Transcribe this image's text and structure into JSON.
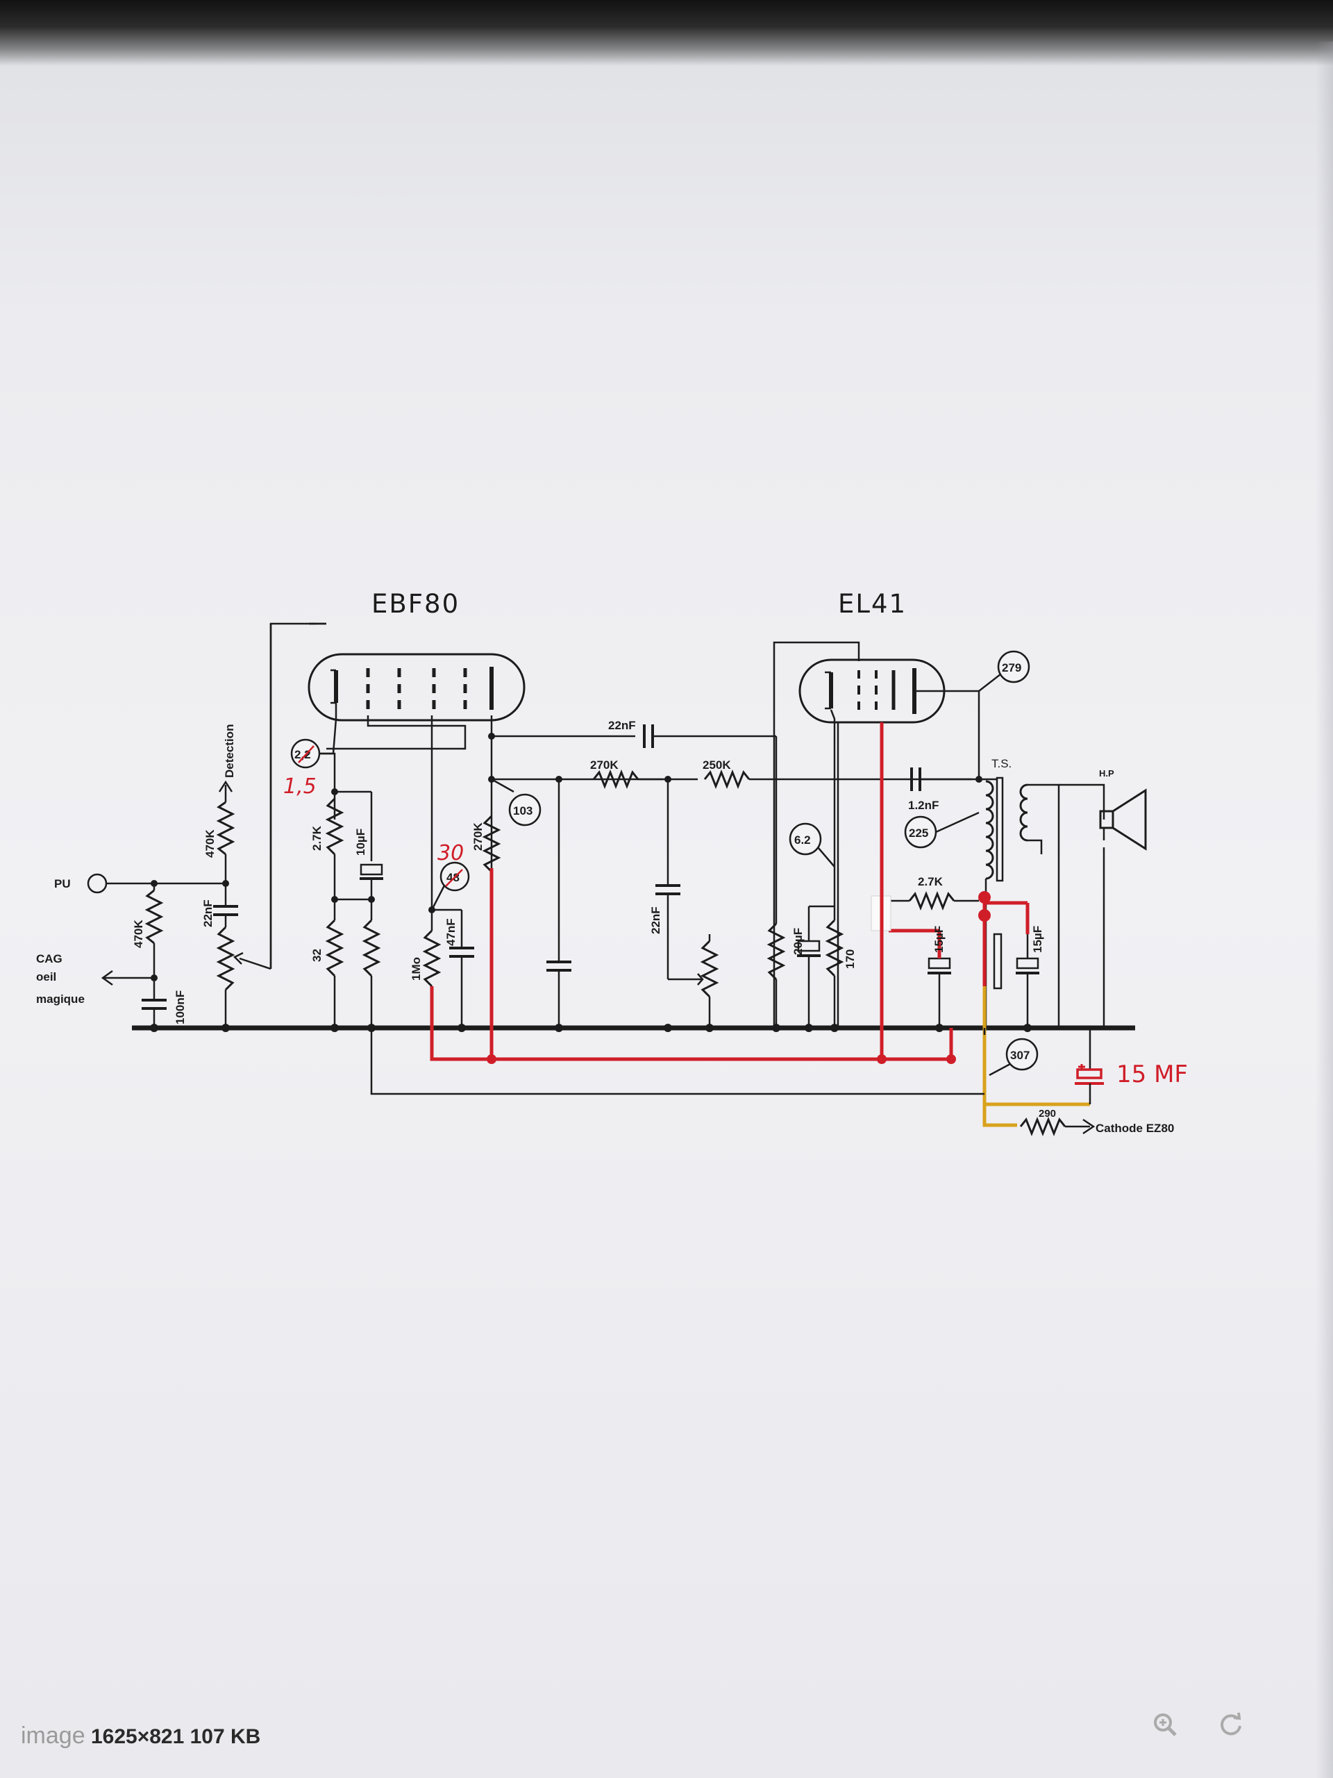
{
  "tubes": {
    "ebf80": "EBF80",
    "el41": "EL41"
  },
  "labels": {
    "pu": "PU",
    "cag_line1": "CAG",
    "cag_line2": "oeil",
    "cag_line3": "magique",
    "detection": "Detection",
    "ts": "T.S.",
    "hp": "H.P",
    "cathode": "Cathode EZ80"
  },
  "components": {
    "r_470k_in": "470K",
    "c_100nf": "100nF",
    "c_22nf_in": "22nF",
    "r_470k_det": "470K",
    "r_2_7k_a": "2.7K",
    "c_10uf": "10µF",
    "r_32": "32",
    "r_1mo": "1Mo",
    "c_47nf": "47nF",
    "r_270k_v": "270K",
    "c_22nf_top": "22nF",
    "r_270k_h": "270K",
    "r_250k_h": "250K",
    "c_22nf_v": "22nF",
    "c_20uf": "20µF",
    "r_170": "170",
    "c_1_2nf": "1.2nF",
    "r_2_7k_b": "2.7K",
    "c_15uf_a": "15µF",
    "c_15uf_b": "15µF",
    "r_290": "290"
  },
  "voltages": {
    "v_2_2": "2,2",
    "v_103": "103",
    "v_48": "48",
    "v_6_2": "6.2",
    "v_225": "225",
    "v_279": "279",
    "v_307": "307"
  },
  "annotations": {
    "hand_1_5": "1,5",
    "hand_30": "30",
    "hand_15mf": "15 MF"
  },
  "caption": {
    "word": "image",
    "info": "1625×821 107 KB"
  },
  "colors": {
    "ink": "#1c1c1c",
    "red": "#d01e28",
    "yellow": "#d8a21c",
    "paper": "#eeeef2"
  },
  "icons": {
    "zoom": "magnifier-icon",
    "reload": "reload-icon"
  }
}
